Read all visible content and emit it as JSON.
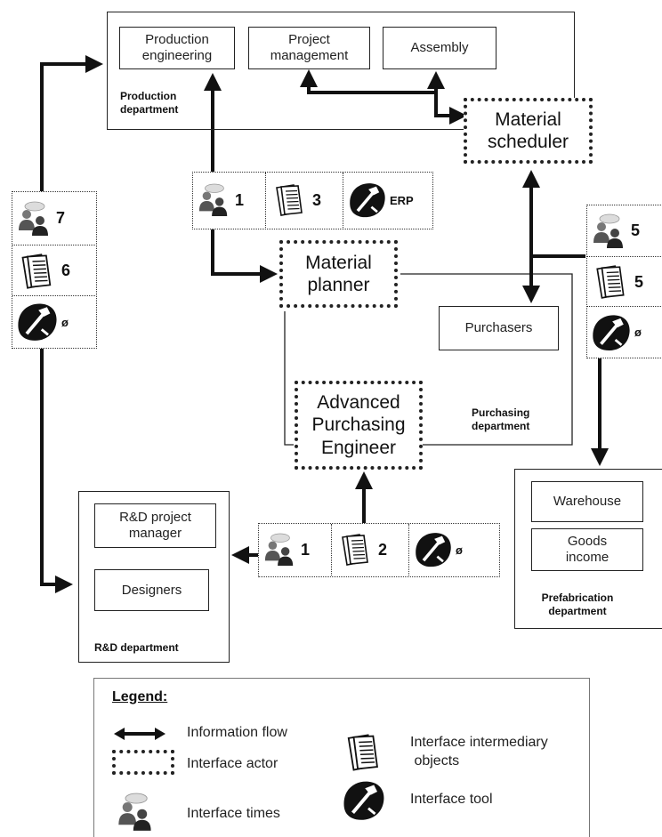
{
  "departments": {
    "production": "Production\ndepartment",
    "purchasing": "Purchasing\ndepartment",
    "prefabrication": "Prefabrication\ndepartment",
    "rnd": "R&D department"
  },
  "units": {
    "production_engineering": "Production\nengineering",
    "project_management": "Project\nmanagement",
    "assembly": "Assembly",
    "purchasers": "Purchasers",
    "warehouse": "Warehouse",
    "goods_income": "Goods\nincome",
    "rnd_project_manager": "R&D project\nmanager",
    "designers": "Designers"
  },
  "actors": {
    "material_scheduler": "Material\nscheduler",
    "material_planner": "Material\nplanner",
    "advanced_purchasing_engineer": "Advanced\nPurchasing\nEngineer"
  },
  "interfaces": {
    "production_planner": {
      "times": "1",
      "objects": "3",
      "tool": "ERP"
    },
    "left_rnd_link": {
      "times": "7",
      "objects": "6",
      "tool": "ø"
    },
    "right_prefab_link": {
      "times": "5",
      "objects": "5",
      "tool": "ø"
    },
    "bottom_rnd_link": {
      "times": "1",
      "objects": "2",
      "tool": "ø"
    }
  },
  "legend": {
    "title": "Legend:",
    "information_flow": "Information flow",
    "interface_actor": "Interface actor",
    "interface_times": "Interface times",
    "interface_objects": "Interface intermediary\n objects",
    "interface_tool": "Interface tool"
  },
  "icons": {
    "times": "people-icon",
    "objects": "documents-icon",
    "tool": "tool-icon"
  },
  "colors": {
    "ink": "#111111",
    "border": "#222222"
  }
}
